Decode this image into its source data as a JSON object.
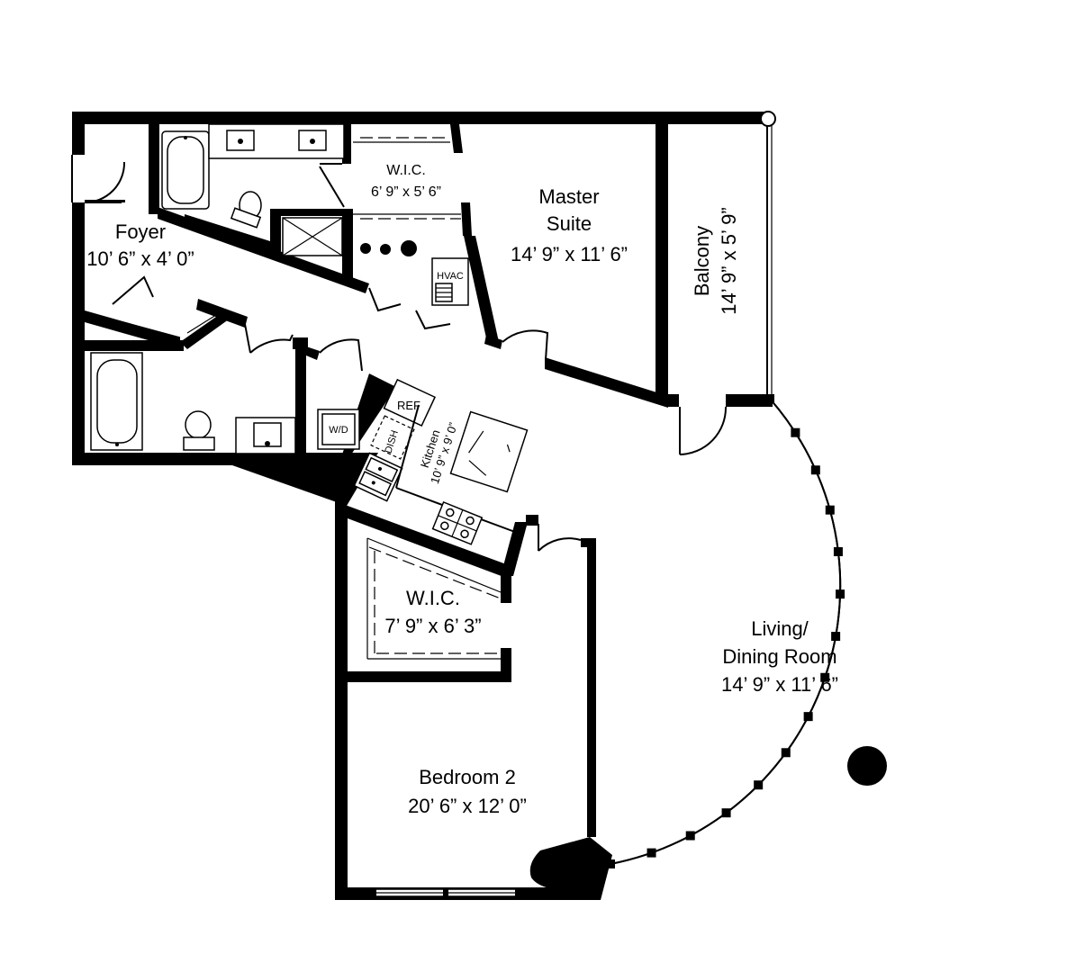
{
  "rooms": {
    "foyer": {
      "name": "Foyer",
      "size": "10’ 6” x 4’ 0”"
    },
    "wic1": {
      "name": "W.I.C.",
      "size": "6’ 9” x 5’ 6”"
    },
    "master": {
      "name_line1": "Master",
      "name_line2": "Suite",
      "size": "14’ 9” x 11’ 6”"
    },
    "balcony": {
      "name": "Balcony",
      "size": "14’ 9” x 5’ 9”"
    },
    "kitchen": {
      "name": "Kitchen",
      "size": "10’ 9” x 9’ 0”"
    },
    "wic2": {
      "name": "W.I.C.",
      "size": "7’ 9” x 6’ 3”"
    },
    "living": {
      "name_line1": "Living/",
      "name_line2": "Dining Room",
      "size": "14’ 9” x 11’ 6”"
    },
    "bedroom2": {
      "name": "Bedroom 2",
      "size": "20’ 6” x 12’ 0”"
    }
  },
  "appliances": {
    "hvac": "HVAC",
    "ref": "REF",
    "wd": "W/D",
    "dish": "DISH"
  }
}
